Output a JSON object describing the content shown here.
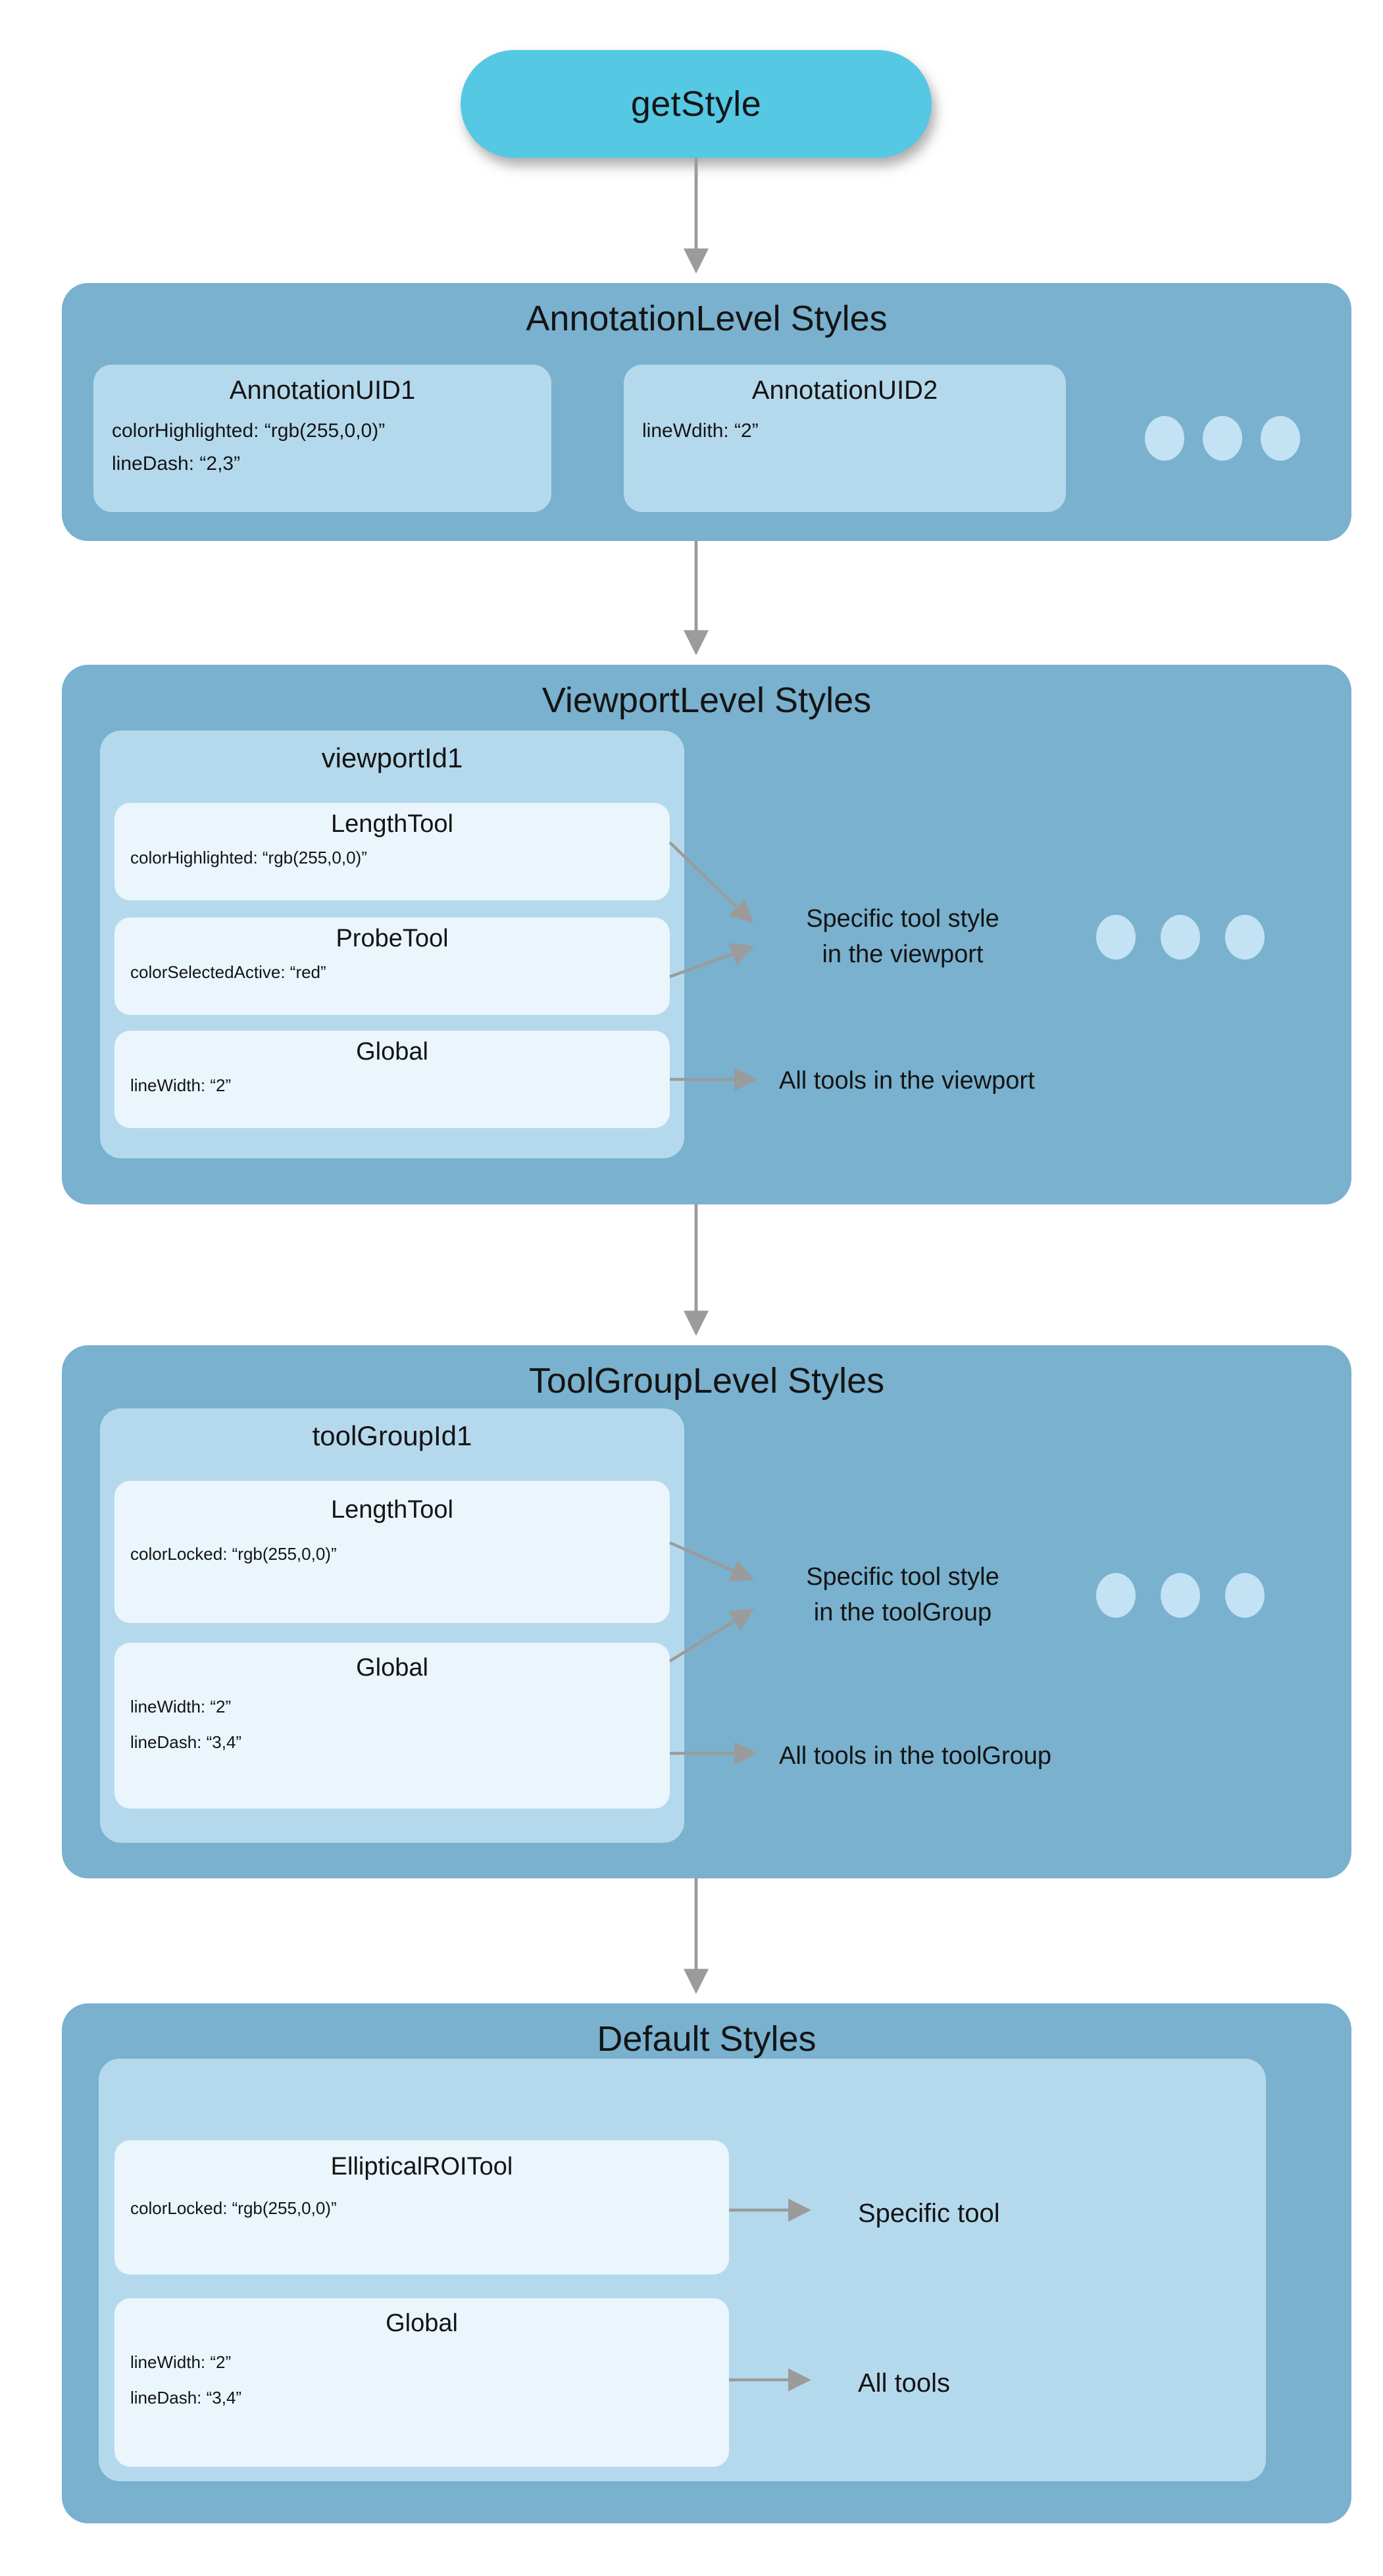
{
  "colors": {
    "root_node": "#55c8e3",
    "level_box": "#79b1ce",
    "inner_box": "#b5d9ec",
    "tool_card": "#eaf5fc",
    "ellipsis_dot": "#c3e2f3",
    "arrow": "#9b9b9b",
    "text": "#141414",
    "background": "#ffffff"
  },
  "root": {
    "label": "getStyle"
  },
  "annotation": {
    "title": "AnnotationLevel Styles",
    "cards": [
      {
        "title": "AnnotationUID1",
        "lines": [
          "colorHighlighted: “rgb(255,0,0)”",
          "lineDash: “2,3”"
        ]
      },
      {
        "title": "AnnotationUID2",
        "lines": [
          "lineWdith: “2”"
        ]
      }
    ]
  },
  "viewport": {
    "title": "ViewportLevel Styles",
    "group_title": "viewportId1",
    "tools": [
      {
        "title": "LengthTool",
        "lines": [
          "colorHighlighted: “rgb(255,0,0)”"
        ]
      },
      {
        "title": "ProbeTool",
        "lines": [
          "colorSelectedActive: “red”"
        ]
      },
      {
        "title": "Global",
        "lines": [
          "lineWidth: “2”"
        ]
      }
    ],
    "labels": {
      "specific": [
        "Specific tool style",
        "in the viewport"
      ],
      "all": "All tools in the viewport"
    }
  },
  "toolgroup": {
    "title": "ToolGroupLevel Styles",
    "group_title": "toolGroupId1",
    "tools": [
      {
        "title": "LengthTool",
        "lines": [
          "colorLocked: “rgb(255,0,0)”"
        ]
      },
      {
        "title": "Global",
        "lines": [
          "lineWidth: “2”",
          "lineDash: “3,4”"
        ]
      }
    ],
    "labels": {
      "specific": [
        "Specific tool style",
        "in the toolGroup"
      ],
      "all": "All tools in the toolGroup"
    }
  },
  "default_level": {
    "title": "Default Styles",
    "tools": [
      {
        "title": "EllipticalROITool",
        "lines": [
          "colorLocked: “rgb(255,0,0)”"
        ]
      },
      {
        "title": "Global",
        "lines": [
          "lineWidth: “2”",
          "lineDash: “3,4”"
        ]
      }
    ],
    "labels": {
      "specific": "Specific tool",
      "all": "All tools"
    }
  }
}
